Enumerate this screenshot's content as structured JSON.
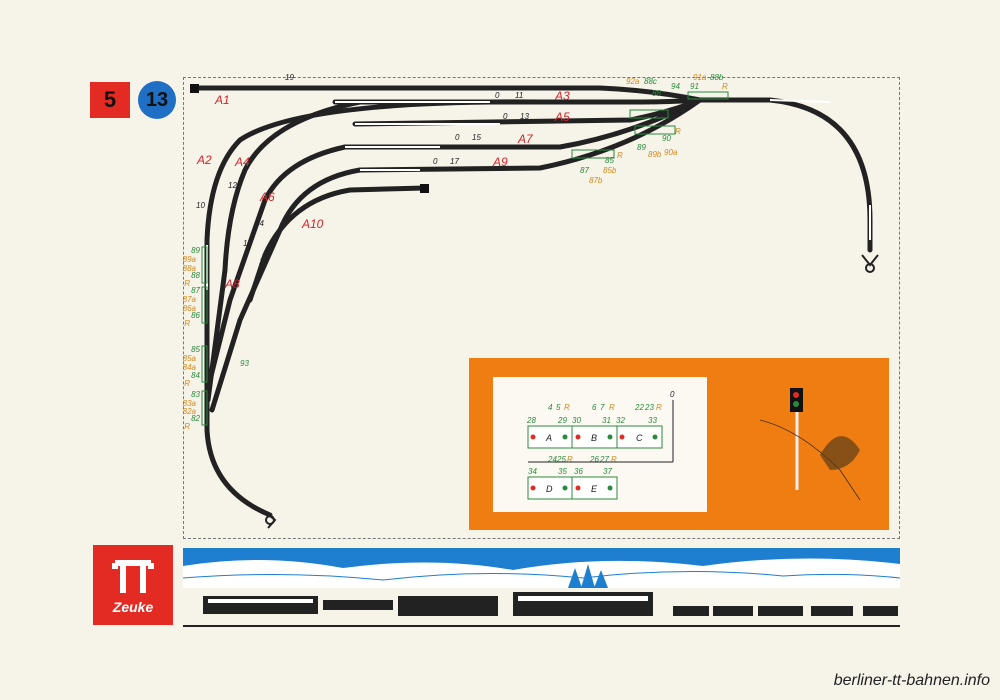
{
  "badges": {
    "chapter": "5",
    "plan": "13"
  },
  "layout": {
    "track_labels": [
      "A1",
      "A2",
      "A3",
      "A4",
      "A5",
      "A6",
      "A7",
      "A8",
      "A9",
      "A10"
    ],
    "switch_numbers": [
      "19",
      "11",
      "13",
      "15",
      "17",
      "12",
      "10",
      "14",
      "16",
      "18",
      "93",
      "94",
      "0",
      "0",
      "0",
      "0"
    ],
    "contact_labels_top": [
      "92a",
      "88c",
      "88",
      "91a",
      "88b",
      "91",
      "R",
      "89",
      "89b",
      "90a",
      "R",
      "90",
      "87",
      "87b",
      "85b",
      "85",
      "R"
    ],
    "contact_labels_left": [
      "89",
      "89a",
      "88a",
      "88",
      "R",
      "87",
      "87a",
      "86a",
      "86",
      "R",
      "85",
      "85a",
      "84a",
      "84",
      "R",
      "83",
      "83a",
      "82a",
      "82",
      "R"
    ]
  },
  "panel": {
    "row1_top_numbers": [
      "4",
      "5",
      "R",
      "6",
      "7",
      "R",
      "22",
      "23",
      "R",
      "0"
    ],
    "row1_terminals": [
      "28",
      "29",
      "30",
      "31",
      "32",
      "33"
    ],
    "row1_buttons": [
      "A",
      "B",
      "C"
    ],
    "row2_top_numbers": [
      "24",
      "25",
      "R",
      "26",
      "27",
      "R"
    ],
    "row2_terminals": [
      "34",
      "35",
      "36",
      "37"
    ],
    "row2_buttons": [
      "D",
      "E"
    ]
  },
  "logo": {
    "text": "Zeuke"
  },
  "watermark": "berliner-tt-bahnen.info",
  "colors": {
    "red": "#e32b24",
    "blue": "#1f6fc5",
    "orange": "#f07d12",
    "track": "#222222"
  }
}
